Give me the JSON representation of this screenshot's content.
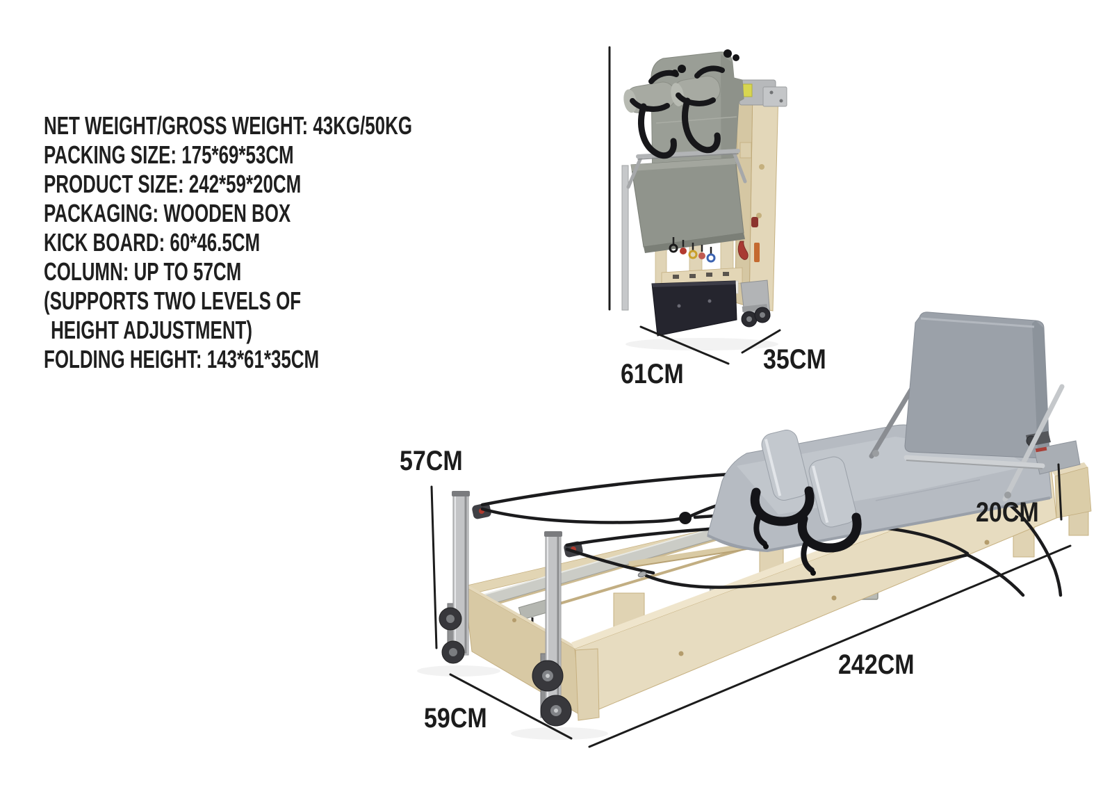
{
  "specs": {
    "lines": [
      "NET WEIGHT/GROSS WEIGHT: 43KG/50KG",
      "PACKING SIZE: 175*69*53CM",
      "PRODUCT SIZE: 242*59*20CM",
      "PACKAGING: WOODEN BOX",
      "KICK BOARD: 60*46.5CM",
      "COLUMN: UP TO 57CM",
      "(SUPPORTS TWO LEVELS OF",
      "HEIGHT ADJUSTMENT)",
      "FOLDING HEIGHT: 143*61*35CM"
    ]
  },
  "dimensions": {
    "folded_width": "61CM",
    "folded_depth": "35CM",
    "column_height": "57CM",
    "platform_height": "20CM",
    "length": "242CM",
    "width": "59CM"
  },
  "illustrations": {
    "folded_reformer": "folded pilates reformer standing upright on casters",
    "open_reformer": "unfolded foldable pilates reformer bed with pulley columns, ropes, carriage and backrest"
  },
  "colors": {
    "text": "#1c1c1c",
    "wood_light": "#e7dcc0",
    "wood_side": "#d8c9a4",
    "upholstery_gray": "#b6bbc2",
    "folded_pad_gray": "#9a9e96",
    "metal_silver": "#c3c4c6",
    "rope_black": "#1b1b1d",
    "base_black": "#25252e"
  }
}
